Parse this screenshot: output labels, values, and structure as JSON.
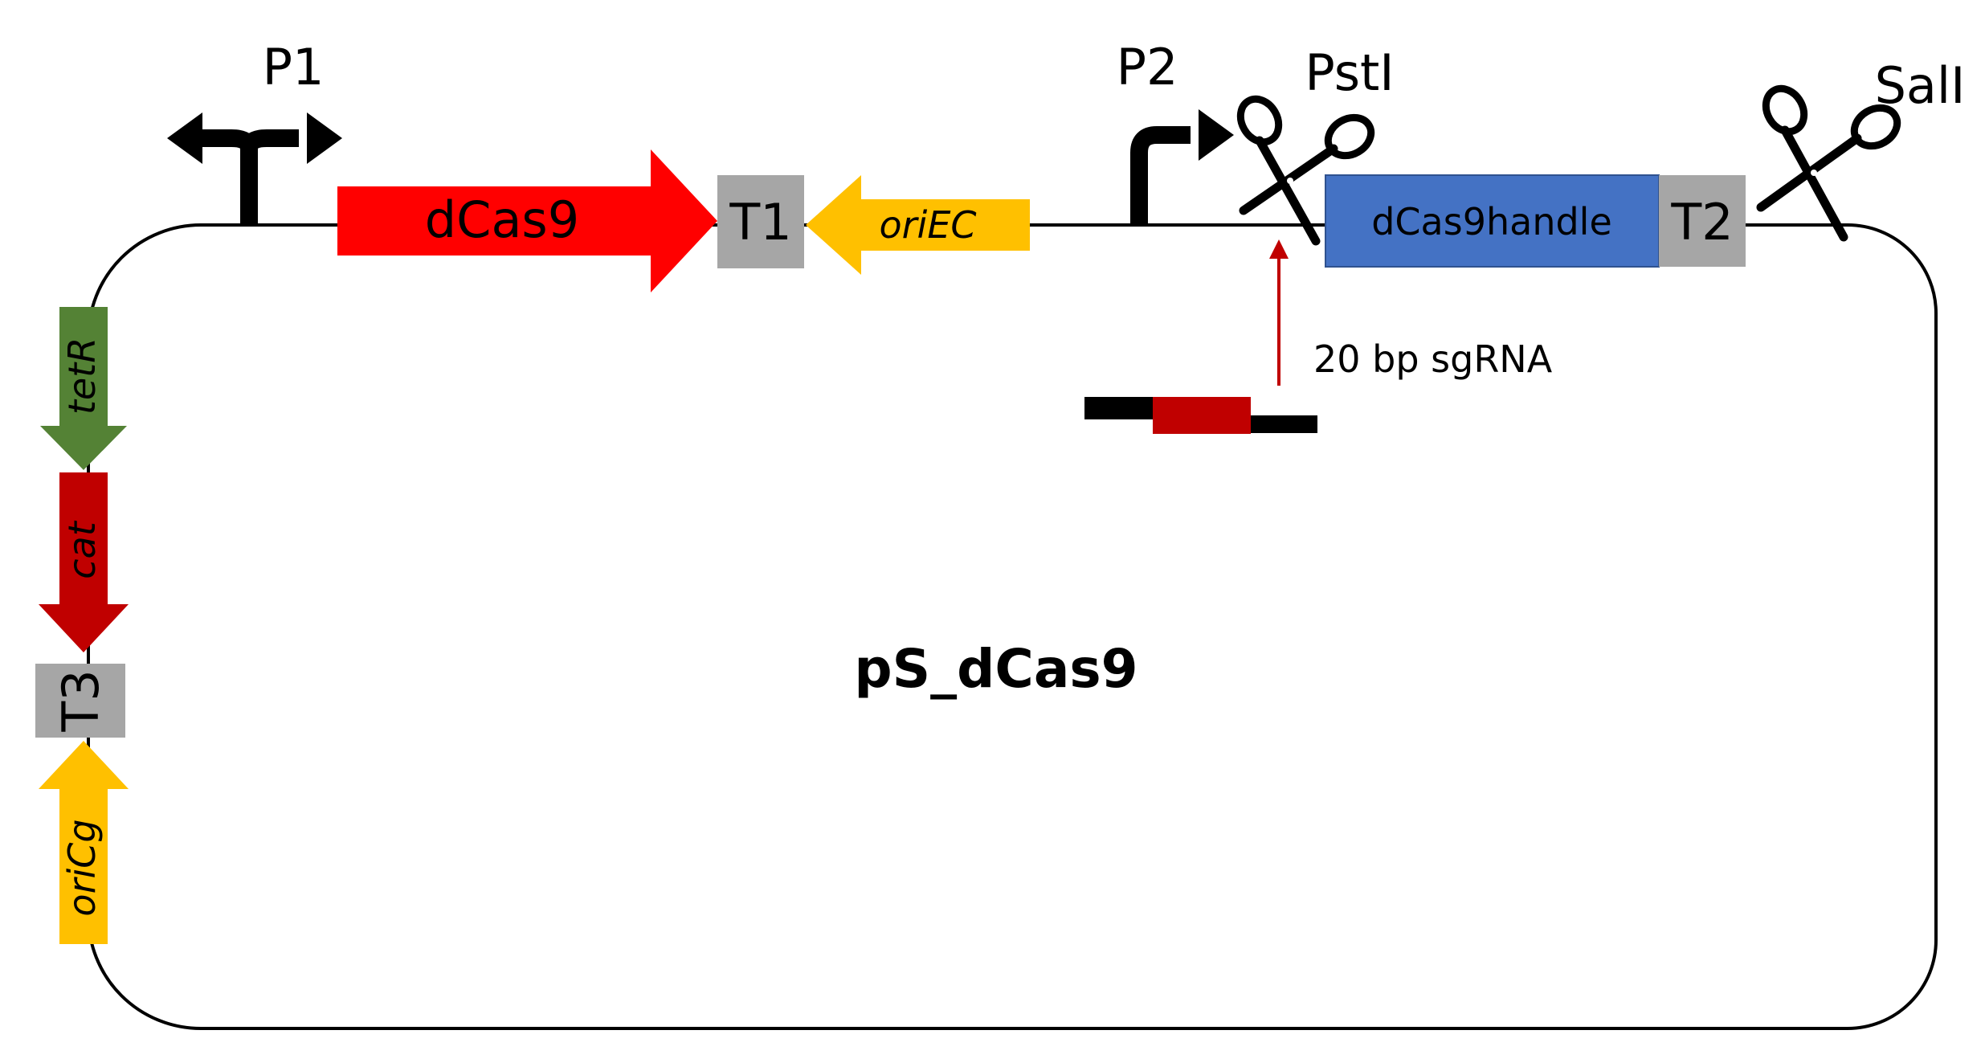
{
  "plasmid": {
    "name": "pS_dCas9"
  },
  "promoters": {
    "p1": "P1",
    "p2": "P2"
  },
  "restriction_sites": {
    "psti": "PstI",
    "sali": "SalI"
  },
  "features": {
    "dcas9": "dCas9",
    "t1": "T1",
    "oriec": "oriEC",
    "dcas9handle": "dCas9handle",
    "t2": "T2",
    "tetr": "tetR",
    "cat": "cat",
    "t3": "T3",
    "oricg": "oriCg"
  },
  "insert": {
    "label": "20 bp sgRNA"
  },
  "colors": {
    "dcas9": "#ff0000",
    "terminator": "#a6a6a6",
    "ori": "#ffc000",
    "handle": "#4472c4",
    "tetr": "#548235",
    "cat": "#c00000",
    "sgrna_label": "#c00000",
    "backbone": "#000000"
  }
}
